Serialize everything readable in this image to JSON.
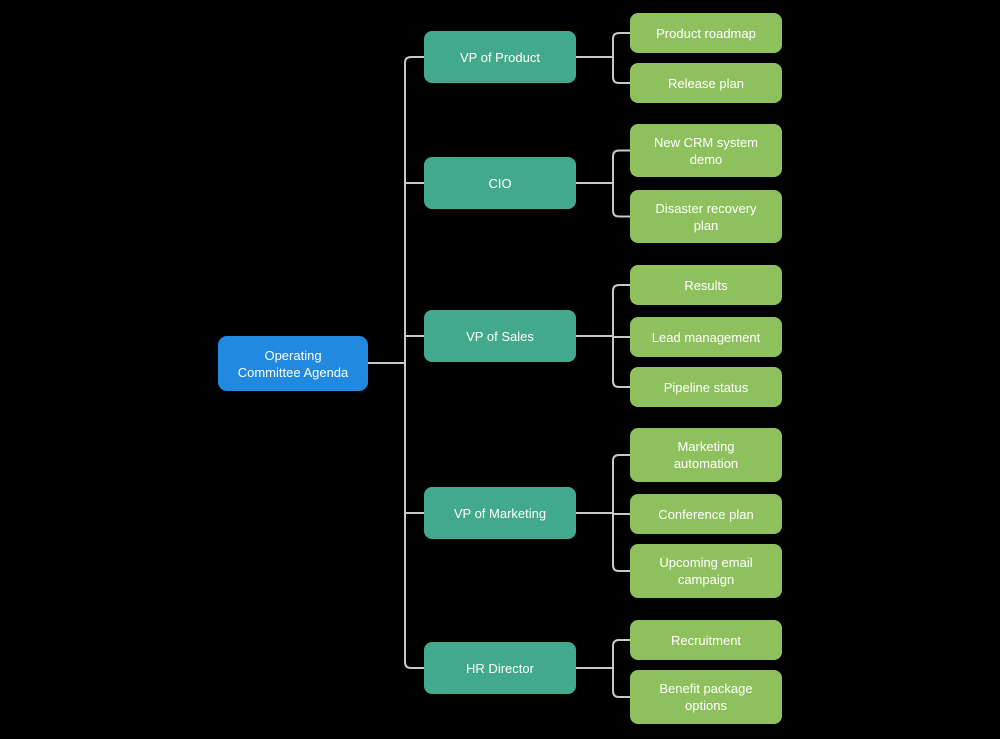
{
  "diagram": {
    "root": {
      "label": "Operating Committee Agenda"
    },
    "branches": [
      {
        "label": "VP of Product",
        "children": [
          "Product roadmap",
          "Release plan"
        ]
      },
      {
        "label": "CIO",
        "children": [
          "New CRM system demo",
          "Disaster recovery plan"
        ]
      },
      {
        "label": "VP of Sales",
        "children": [
          "Results",
          "Lead management",
          "Pipeline status"
        ]
      },
      {
        "label": "VP of Marketing",
        "children": [
          "Marketing automation",
          "Conference plan",
          "Upcoming email campaign"
        ]
      },
      {
        "label": "HR Director",
        "children": [
          "Recruitment",
          "Benefit package options"
        ]
      }
    ],
    "colors": {
      "root_fill": "#2289E1",
      "branch_fill": "#42A98C",
      "child_fill": "#8EC15E",
      "connector": "#C8C8C8",
      "text": "#FFFFFF",
      "background": "#000000"
    }
  }
}
